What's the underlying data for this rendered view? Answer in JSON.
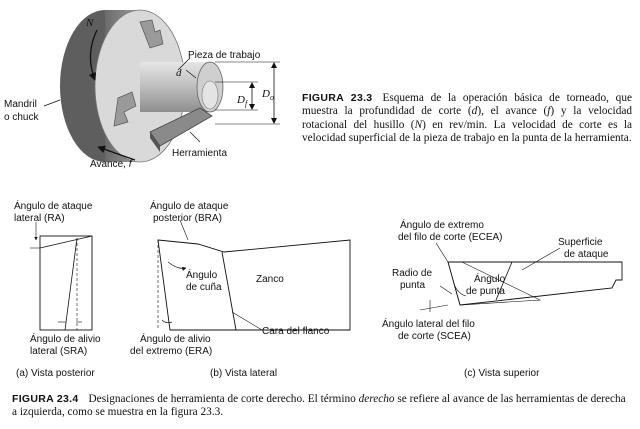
{
  "fig233": {
    "labels": {
      "n": "N",
      "pieza": "Pieza de trabajo",
      "d": "d",
      "df": "D",
      "df_sub": "f",
      "do": "D",
      "do_sub": "o",
      "mandril1": "Mandril",
      "mandril2": "o chuck",
      "herramienta": "Herramienta",
      "avance": "Avance, ",
      "avance_f": "f"
    },
    "caption": {
      "num": "FIGURA 23.3",
      "p1": "Esquema de la operación básica de torneado, que muestra la profundidad de corte (",
      "d": "d",
      "p2": "), el avance (",
      "f": "f",
      "p3": ") y la velocidad rotacional del husillo (",
      "n": "N",
      "p4": ") en rev/min. La velocidad de corte es la velocidad superficial de la pieza de trabajo en la punta de la herramienta."
    }
  },
  "fig234": {
    "posterior": {
      "ra1": "Ángulo de ataque",
      "ra2": "lateral (RA)",
      "sra1": "Ángulo de alivio",
      "sra2": "lateral (SRA)",
      "sub": "(a) Vista posterior"
    },
    "lateral": {
      "bra1": "Ángulo de ataque",
      "bra2": "posterior (BRA)",
      "cuna1": "Ángulo",
      "cuna2": "de cuña",
      "zanco": "Zanco",
      "flanco": "Cara del flanco",
      "era1": "Ángulo de alivio",
      "era2": "del extremo (ERA)",
      "sub": "(b) Vista lateral"
    },
    "superior": {
      "ecea1": "Ángulo de extremo",
      "ecea2": "del filo de corte (ECEA)",
      "sup1": "Superficie",
      "sup2": "de ataque",
      "radio1": "Radio de",
      "radio2": "punta",
      "punta1": "Ángulo",
      "punta2": "de punta",
      "scea1": "Ángulo lateral del filo",
      "scea2": "de corte (SCEA)",
      "sub": "(c) Vista superior"
    },
    "caption": {
      "num": "FIGURA 23.4",
      "p1": "Designaciones de herramienta de corte derecho. El término ",
      "derecho": "derecho",
      "p2": " se refiere al avance de las herramientas de derecha a izquierda, como se muestra en la figura 23.3."
    }
  }
}
